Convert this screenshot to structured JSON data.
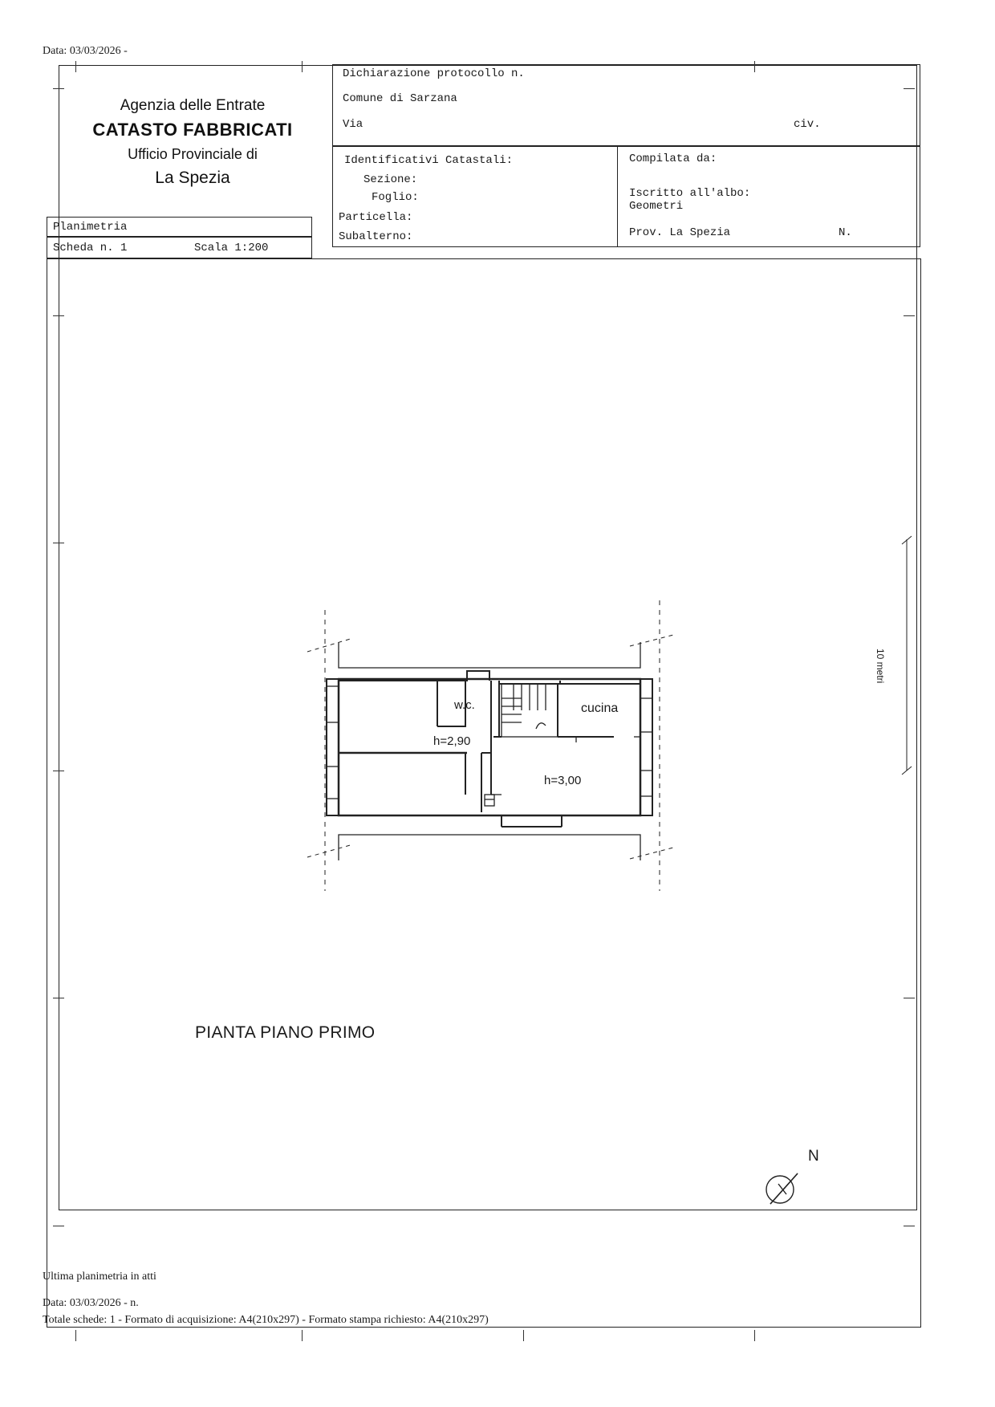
{
  "print_date": "Data: 03/03/2026 -",
  "agency": {
    "line1": "Agenzia delle Entrate",
    "line2": "CATASTO FABBRICATI",
    "line3": "Ufficio Provinciale di",
    "line4": "La Spezia"
  },
  "declaration": {
    "protocol_label": "Dichiarazione protocollo n.",
    "comune": "Comune di Sarzana",
    "via_label": "Via",
    "civ_label": "civ."
  },
  "identifiers": {
    "title": "Identificativi Catastali:",
    "sezione": "Sezione:",
    "foglio": "Foglio:",
    "particella": "Particella:",
    "subalterno": "Subalterno:"
  },
  "compiler": {
    "compiled_by": "Compilata da:",
    "registered": "Iscritto all'albo:",
    "profession": "Geometri",
    "province": "Prov. La Spezia",
    "number_label": "N."
  },
  "sheet": {
    "planimetria": "Planimetria",
    "scheda": "Scheda n. 1",
    "scala": "Scala 1:200"
  },
  "plan": {
    "wc": "w.c.",
    "cucina": "cucina",
    "height_left": "h=2,90",
    "height_right": "h=3,00",
    "scale_bar": "10 metri",
    "floor_title": "PIANTA PIANO PRIMO",
    "north": "N"
  },
  "footer": {
    "last_plan": "Ultima planimetria in atti",
    "date": "Data: 03/03/2026 - n.",
    "totals": "Totale schede: 1 - Formato di acquisizione: A4(210x297) - Formato stampa richiesto: A4(210x297)"
  }
}
